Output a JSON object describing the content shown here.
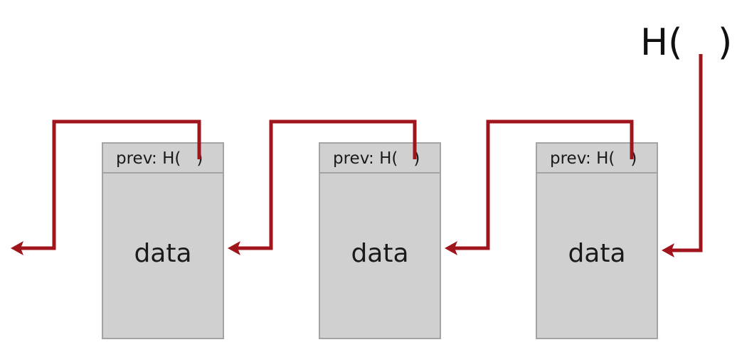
{
  "blocks": [
    {
      "header_prefix": "prev: H(",
      "header_suffix": ")",
      "body": "data"
    },
    {
      "header_prefix": "prev: H(",
      "header_suffix": ")",
      "body": "data"
    },
    {
      "header_prefix": "prev: H(",
      "header_suffix": ")",
      "body": "data"
    }
  ],
  "head_pointer": {
    "prefix": "H(",
    "suffix": ")"
  },
  "colors": {
    "pointer": "#a0141c",
    "block_fill": "#d0d0d0",
    "block_border": "#a3a3a3"
  }
}
